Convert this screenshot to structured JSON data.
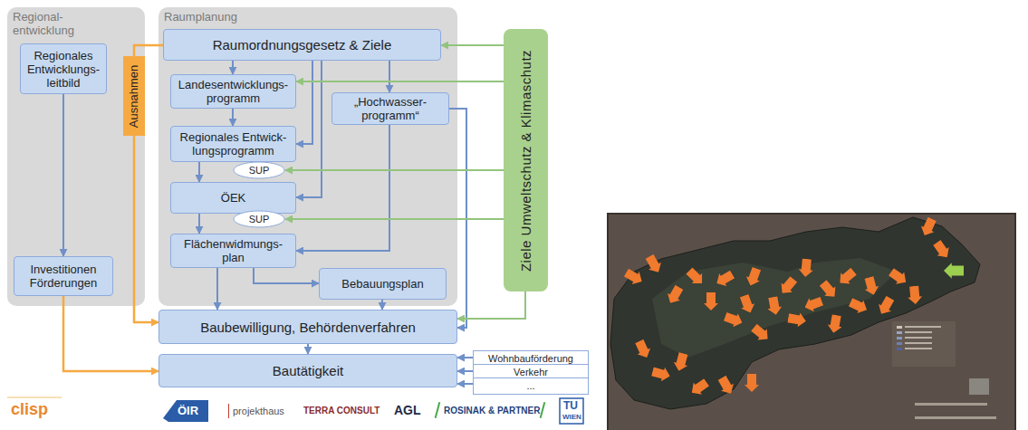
{
  "diagram": {
    "nodes": [
      {
        "text": [
          "Regional- entwicklung"
        ]
      },
      {
        "text": [
          "Regionales Entwicklungs- leitbild"
        ],
        "in": 0
      },
      {
        "text": [
          "Investitionen Förderungen"
        ],
        "in": 0
      },
      {
        "text": [
          "Raumplanung"
        ]
      },
      {
        "text": [
          "Raumordnungsgesetz & Ziele"
        ],
        "in": 3
      },
      {
        "text": [
          "Landesentwicklungs- programm"
        ],
        "in": 3
      },
      {
        "text": [
          "„Hochwasser- programm“"
        ],
        "in": 3
      },
      {
        "text": [
          "Regionales Entwick- lungsprogramm"
        ],
        "in": 3
      },
      {
        "text": [
          "SUP"
        ],
        "in": 3
      },
      {
        "text": [
          "ÖEK"
        ],
        "in": 3
      },
      {
        "text": [
          "SUP"
        ],
        "in": 3
      },
      {
        "text": [
          "Flächenwidmungs- plan"
        ],
        "in": 3
      },
      {
        "text": [
          "Bebauungsplan"
        ],
        "in": 3
      },
      {
        "text": [
          "Ausnahmen"
        ]
      },
      {
        "text": [
          "Ziele Umweltschutz & Klimaschutz"
        ]
      },
      {
        "text": [
          "Baubewilligung, Behördenverfahren"
        ]
      },
      {
        "text": [
          "Bautätigkeit"
        ]
      },
      {
        "text": [
          "Wohnbauförderung"
        ]
      },
      {
        "text": [
          "Verkehr"
        ]
      },
      {
        "text": [
          "..."
        ]
      }
    ],
    "edges": [
      {
        "from": 1,
        "to": 2,
        "arrow": "to"
      },
      {
        "from": 4,
        "to": 5,
        "arrow": "to"
      },
      {
        "from": 4,
        "to": 7,
        "arrow": "to"
      },
      {
        "from": 4,
        "to": 9,
        "arrow": "to"
      },
      {
        "from": 4,
        "to": 6,
        "arrow": "to"
      },
      {
        "from": 5,
        "to": 7,
        "arrow": "to"
      },
      {
        "from": 7,
        "to": 9,
        "arrow": "to"
      },
      {
        "from": 9,
        "to": 11,
        "arrow": "to"
      },
      {
        "from": 11,
        "to": 12,
        "arrow": "to"
      },
      {
        "from": 11,
        "to": 15,
        "arrow": "to"
      },
      {
        "from": 12,
        "to": 15,
        "arrow": "to"
      },
      {
        "from": 6,
        "to": 11,
        "arrow": "to"
      },
      {
        "from": 6,
        "to": 15,
        "arrow": "to"
      },
      {
        "from": 14,
        "to": 4,
        "arrow": "to"
      },
      {
        "from": 14,
        "to": 5,
        "arrow": "to"
      },
      {
        "from": 14,
        "to": 8,
        "arrow": "to"
      },
      {
        "from": 14,
        "to": 10,
        "arrow": "to"
      },
      {
        "from": 14,
        "to": 15,
        "arrow": "to"
      },
      {
        "from": 4,
        "to": 13,
        "arrow": "none"
      },
      {
        "from": 13,
        "to": 15,
        "arrow": "to"
      },
      {
        "from": 2,
        "to": 16,
        "arrow": "to"
      },
      {
        "from": 15,
        "to": 16,
        "arrow": "to"
      },
      {
        "from": 17,
        "to": 16,
        "arrow": "to"
      },
      {
        "from": 18,
        "to": 16,
        "arrow": "to"
      },
      {
        "from": 19,
        "to": 16,
        "arrow": "to"
      }
    ],
    "labels": [
      "clisp",
      "ÖIR",
      "projekthaus",
      "TERRA CONSULT",
      "AGL",
      "ROSINAK & PARTNER",
      "TU",
      "WIEN"
    ]
  }
}
